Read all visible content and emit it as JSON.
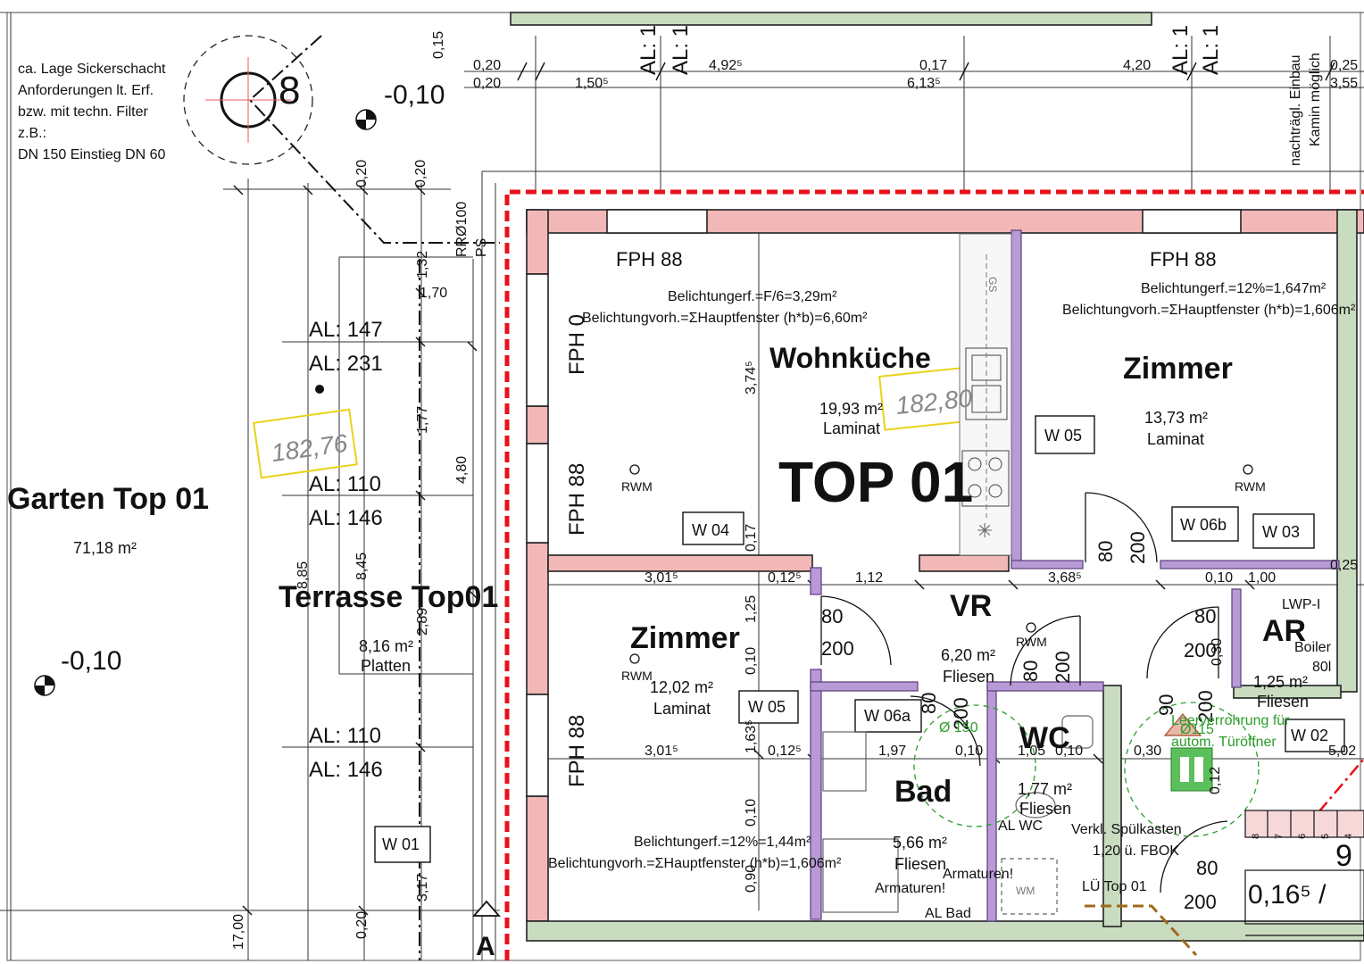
{
  "colors": {
    "wall": "#f2b8b8",
    "wall_stroke": "#222222",
    "wall_light": "#c9dcc0",
    "boundary": "#e8101a",
    "partition": "#b79ad6",
    "height_tag": "#e8d21a",
    "green": "#2a9d2a",
    "brown": "#a06a1e"
  },
  "notes": {
    "sickerschacht": [
      "ca. Lage Sickerschacht",
      "Anforderungen lt. Erf.",
      "bzw. mit techn. Filter",
      "z.B.:",
      "DN 150 Einstieg DN 60"
    ],
    "kamin": [
      "nachträgl. Einbau",
      "Kamin möglich"
    ],
    "spuelkasten": [
      "Verkl. Spülkasten",
      "1,20 ü. FBOK"
    ],
    "leerverrohrung": [
      "Leerverrohrung für",
      "autom. Türöffner"
    ]
  },
  "markers": {
    "point_8": "8",
    "section": "A",
    "rr": "RRØ100",
    "ps": "PS",
    "lwp": "LWP-I",
    "boiler_1": "Boiler",
    "boiler_2": "80l",
    "lue": "LÜ Top 01",
    "wm": "WM",
    "gs": "GS",
    "al_wc": "AL WC",
    "al_bad": "AL Bad",
    "armaturen_1": "Armaturen!",
    "armaturen_2": "Armaturen!",
    "diam_150": "Ø 150",
    "diam_115": "Ø115",
    "stair_9": "9",
    "stair_dim": "0,16⁵ /",
    "stair_steps": [
      "8",
      "7",
      "6",
      "5",
      "4"
    ]
  },
  "heights": {
    "level_1": "-0,10",
    "level_2": "-0,10",
    "tag_garden": "182,76",
    "tag_kitchen": "182,80"
  },
  "garden": {
    "name": "Garten Top 01",
    "area": "71,18 m²"
  },
  "terrace": {
    "name": "Terrasse Top01",
    "area": "8,16 m²",
    "floor": "Platten"
  },
  "rooms": {
    "wohnkueche": {
      "name": "Wohnküche",
      "area": "19,93 m²",
      "floor": "Laminat",
      "light_req": "Belichtungerf.=F/6=3,29m²",
      "light_exist": "Belichtungvorh.=ΣHauptfenster (h*b)=6,60m²",
      "fph_top": "FPH 88",
      "fph_side1": "FPH 0",
      "fph_side2": "FPH 88",
      "rwm": "RWM"
    },
    "zimmer1": {
      "name": "Zimmer",
      "area": "13,73 m²",
      "floor": "Laminat",
      "light_req": "Belichtungerf.=12%=1,647m²",
      "light_exist": "Belichtungvorh.=ΣHauptfenster (h*b)=1,606m²",
      "fph": "FPH 88",
      "rwm": "RWM"
    },
    "zimmer2": {
      "name": "Zimmer",
      "area": "12,02 m²",
      "floor": "Laminat",
      "light_req": "Belichtungerf.=12%=1,44m²",
      "light_exist": "Belichtungvorh.=ΣHauptfenster (h*b)=1,606m²",
      "fph": "FPH 88",
      "rwm": "RWM"
    },
    "vr": {
      "name": "VR",
      "area": "6,20 m²",
      "floor": "Fliesen",
      "rwm": "RWM"
    },
    "wc": {
      "name": "WC",
      "area": "1,77 m²",
      "floor": "Fliesen"
    },
    "bad": {
      "name": "Bad",
      "area": "5,66 m²",
      "floor": "Fliesen"
    },
    "ar": {
      "name": "AR",
      "area": "1,25 m²",
      "floor": "Fliesen"
    }
  },
  "unit": "TOP 01",
  "windows": {
    "w01": "W 01",
    "w02": "W 02",
    "w03": "W 03",
    "w04": "W 04",
    "w05a": "W 05",
    "w05b": "W 05",
    "w06a": "W 06a",
    "w06b": "W 06b"
  },
  "al_labels": [
    "AL: 147",
    "AL: 231",
    "AL: 110",
    "AL: 146",
    "AL: 110",
    "AL: 146"
  ],
  "al_top": [
    "AL: 1",
    "AL: 1",
    "AL: 1",
    "AL: 1"
  ],
  "doors": {
    "d1_w": "80",
    "d1_h": "200",
    "d2_w": "80",
    "d2_h": "200",
    "d3_w": "80",
    "d3_h": "200",
    "d4_w": "80",
    "d4_h": "200",
    "d5_w": "80",
    "d5_h": "200",
    "d6_w": "80",
    "d6_h": "200",
    "d7_w": "90",
    "d7_h": "200",
    "d8_w": "80",
    "d8_h": "200"
  },
  "dims": {
    "top_020a": "0,20",
    "top_020b": "0,20",
    "top_150": "1,50⁵",
    "top_492": "4,92⁵",
    "top_017": "0,17",
    "top_613": "6,13⁵",
    "top_420": "4,20",
    "top_025": "0,25",
    "top_355": "3,55",
    "v_015": "0,15",
    "v_020a": "0,20",
    "v_020b": "0,20",
    "v_132": "1,32",
    "v_170": "1,70",
    "v_177": "1,77",
    "v_480": "4,80",
    "v_374": "3,74⁵",
    "v_017": "0,17",
    "v_885": "8,85",
    "v_845": "8,45",
    "v_289": "2,89",
    "v_125": "1,25",
    "v_010a": "0,10",
    "v_163": "1,63⁵",
    "v_010b": "0,10",
    "v_090": "0,90",
    "v_317": "3,17",
    "v_1700": "17,00",
    "v_020c": "0,20",
    "v_030": "0,30",
    "v_012": "0,12",
    "h_301a": "3,01⁵",
    "h_012a": "0,12⁵",
    "h_112": "1,12",
    "h_368": "3,68⁵",
    "h_010a": "0,10",
    "h_100": "1,00",
    "h_025": "0,25",
    "h_301b": "3,01⁵",
    "h_012b": "0,12⁵",
    "h_197": "1,97",
    "h_010b": "0,10",
    "h_105": "1,05",
    "h_010c": "0,10",
    "h_030": "0,30",
    "h_502": "5,02"
  }
}
